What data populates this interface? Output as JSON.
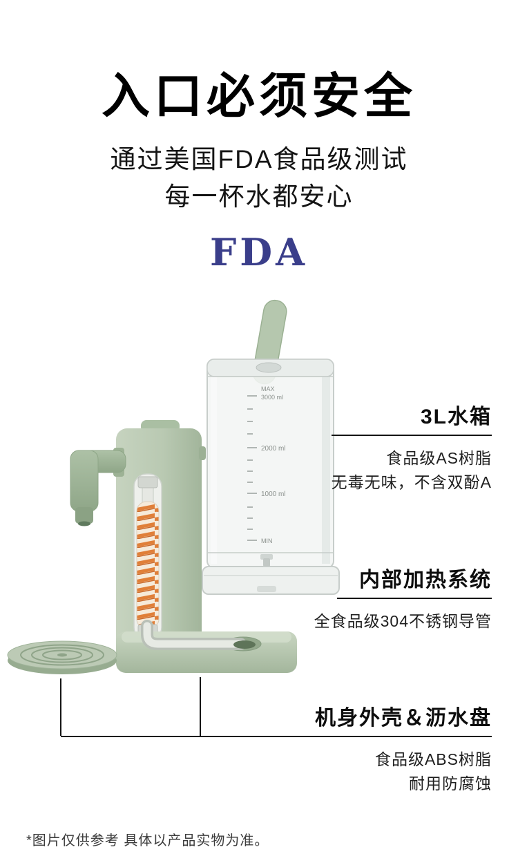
{
  "header": {
    "title": "入口必须安全",
    "subtitle_line1": "通过美国FDA食品级测试",
    "subtitle_line2": "每一杯水都安心",
    "fda_logo_text": "FDA"
  },
  "product": {
    "tank_scale": {
      "max_label": "MAX",
      "max_value": "3000 ml",
      "mid_value": "2000 ml",
      "low_value": "1000 ml",
      "min_label": "MIN"
    },
    "colors": {
      "body_green": "#b9c9b2",
      "coil_orange": "#e07f38",
      "fda_navy": "#3a3e8a",
      "callout_line": "#141414"
    }
  },
  "callouts": [
    {
      "title": "3L水箱",
      "desc_line1": "食品级AS树脂",
      "desc_line2": "无毒无味，不含双酚A"
    },
    {
      "title": "内部加热系统",
      "desc_line1": "全食品级304不锈钢导管",
      "desc_line2": ""
    },
    {
      "title": "机身外壳＆沥水盘",
      "desc_line1": "食品级ABS树脂",
      "desc_line2": "耐用防腐蚀"
    }
  ],
  "footer": {
    "note": "*图片仅供参考 具体以产品实物为准。"
  }
}
